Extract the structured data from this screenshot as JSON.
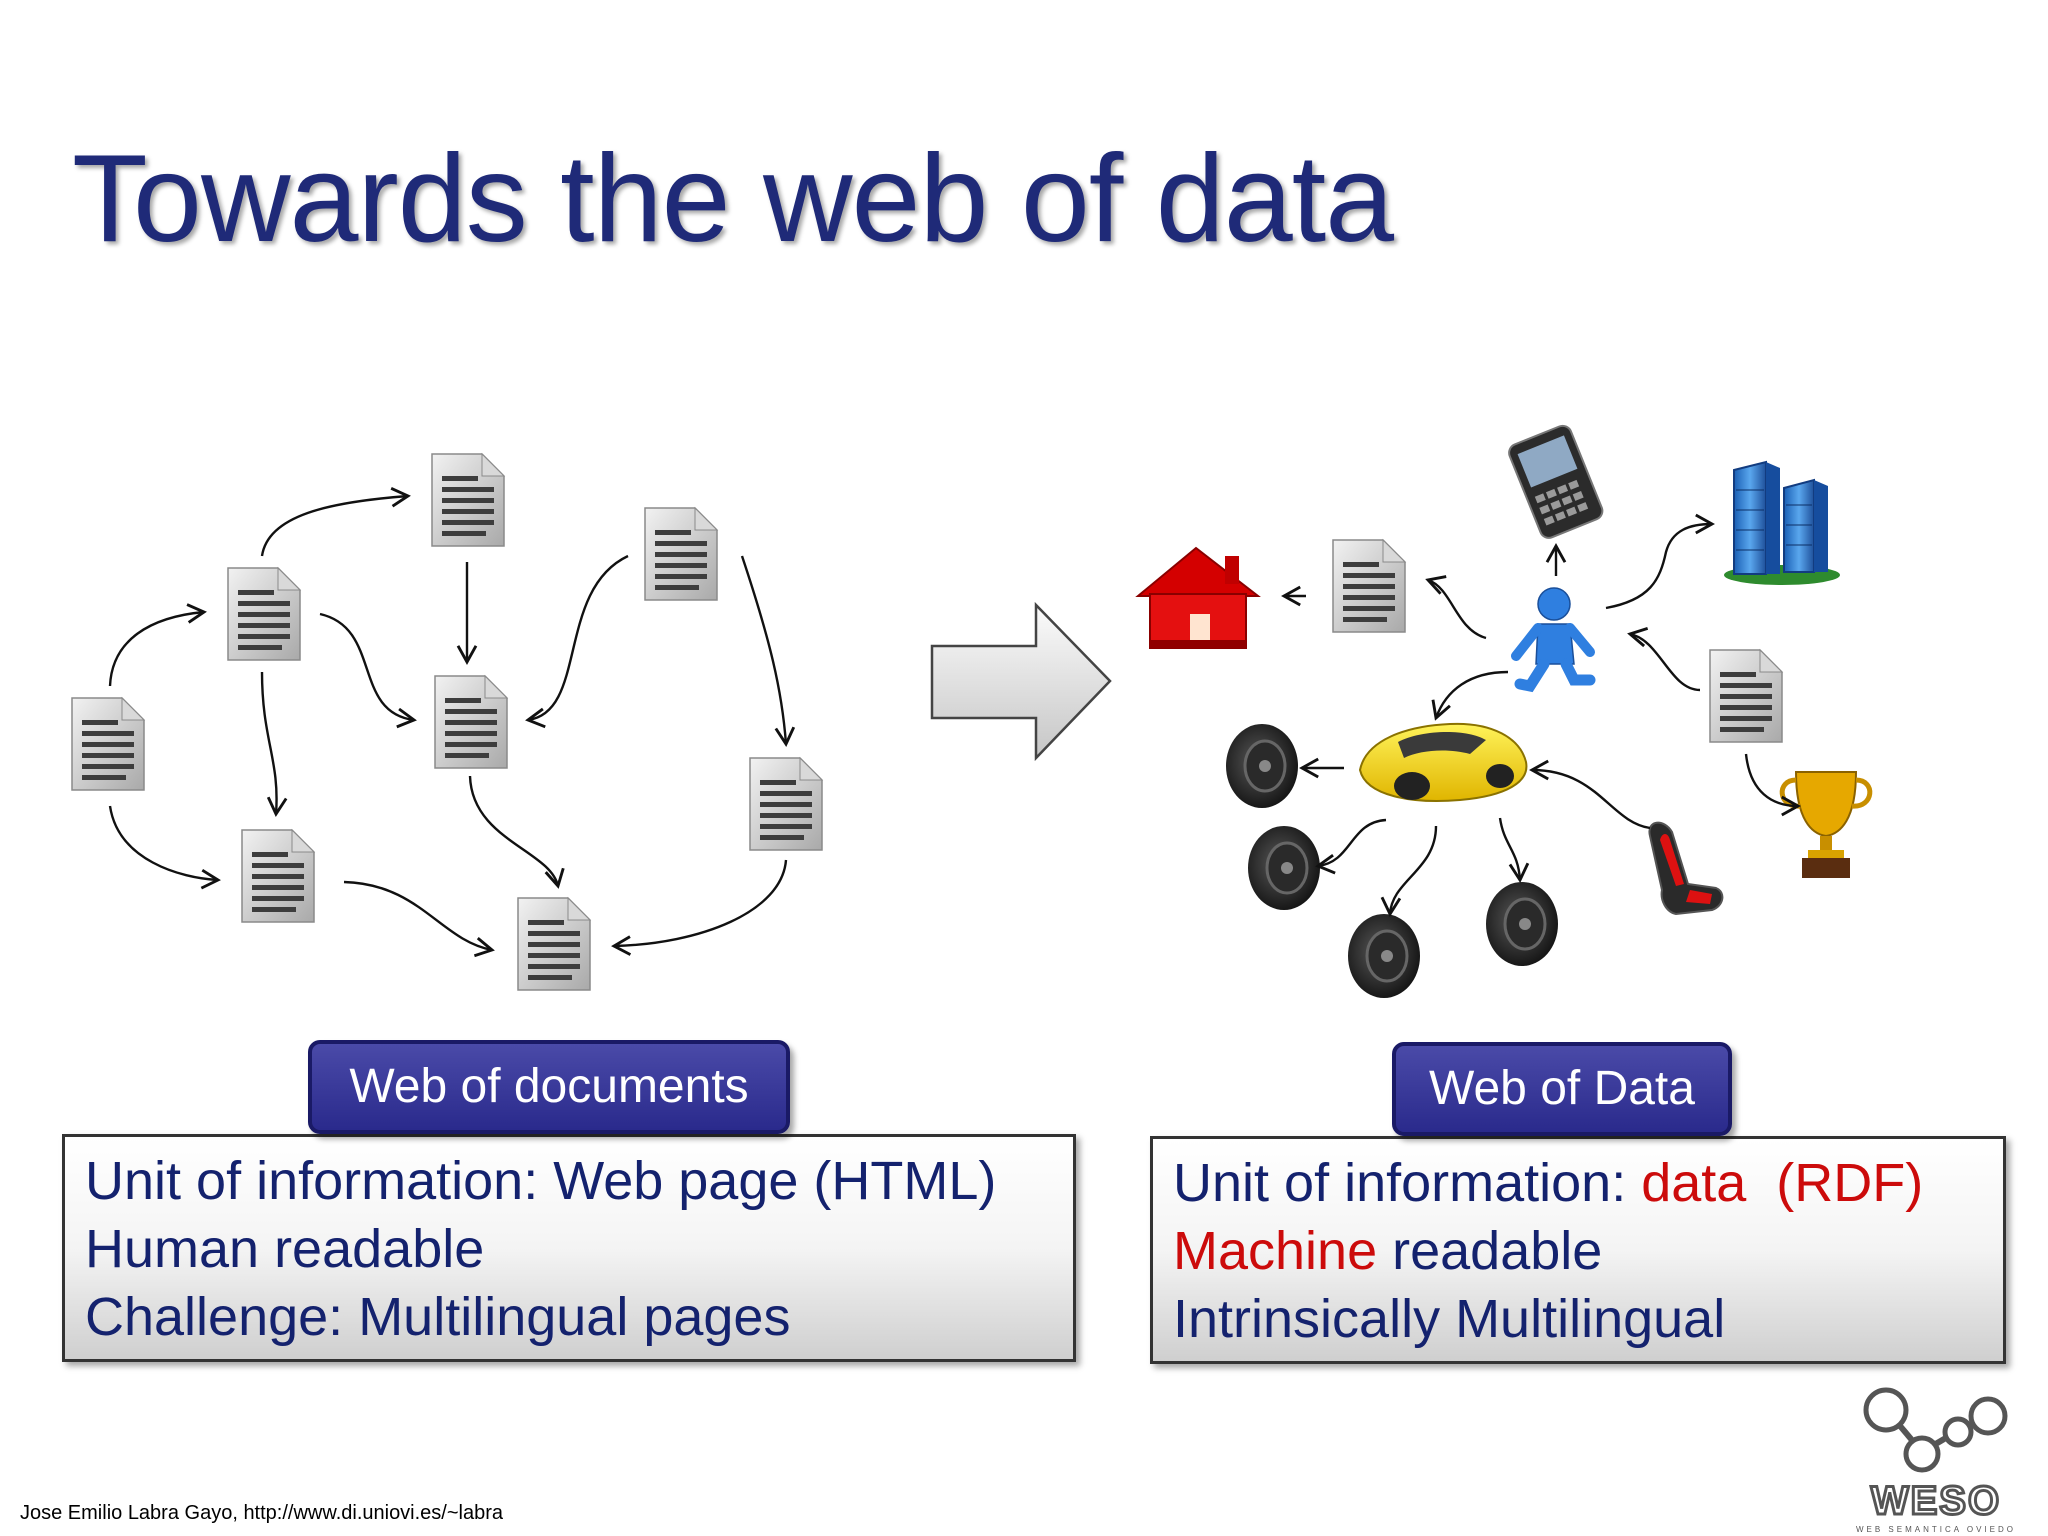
{
  "title": "Towards the web of data",
  "left": {
    "caption": "Web of documents",
    "lines": [
      "Unit of information: Web page (HTML)",
      "Human readable",
      "Challenge: Multilingual pages"
    ]
  },
  "right": {
    "caption": "Web of Data",
    "line1_prefix": "Unit of information: ",
    "line1_highlight": "data  (RDF)",
    "line2_highlight": "Machine",
    "line2_rest": " readable",
    "line3_highlight": "Intrinsically Multilingual"
  },
  "footer": "Jose Emilio Labra Gayo, http://www.di.uniovi.es/~labra",
  "logo_text": "WESO",
  "logo_subtext": "WEB SEMANTICA OVIEDO",
  "colors": {
    "title": "#1f2a78",
    "caption_bg": "#2a2a8c",
    "text": "#14226e",
    "highlight": "#cc0b0b"
  },
  "icons": [
    "document-icon",
    "house-icon",
    "phone-icon",
    "building-icon",
    "person-icon",
    "car-icon",
    "wheel-icon",
    "seat-icon",
    "trophy-icon",
    "big-arrow-icon",
    "weso-logo"
  ]
}
